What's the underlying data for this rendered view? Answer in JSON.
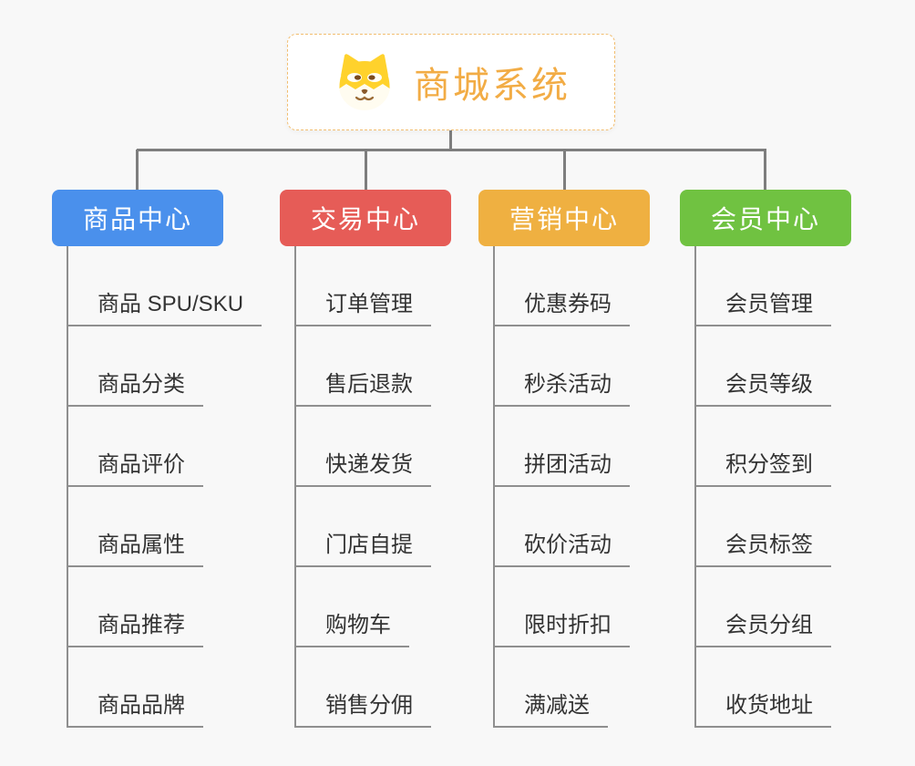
{
  "root": {
    "title": "商城系统",
    "icon": "shiba-dog-icon"
  },
  "branches": [
    {
      "id": "product-center",
      "label": "商品中心",
      "color": "#4a90ec",
      "children": [
        "商品 SPU/SKU",
        "商品分类",
        "商品评价",
        "商品属性",
        "商品推荐",
        "商品品牌"
      ]
    },
    {
      "id": "trade-center",
      "label": "交易中心",
      "color": "#e65c57",
      "children": [
        "订单管理",
        "售后退款",
        "快递发货",
        "门店自提",
        "购物车",
        "销售分佣"
      ]
    },
    {
      "id": "marketing-center",
      "label": "营销中心",
      "color": "#efb041",
      "children": [
        "优惠券码",
        "秒杀活动",
        "拼团活动",
        "砍价活动",
        "限时折扣",
        "满减送"
      ]
    },
    {
      "id": "member-center",
      "label": "会员中心",
      "color": "#70c241",
      "children": [
        "会员管理",
        "会员等级",
        "积分签到",
        "会员标签",
        "会员分组",
        "收货地址"
      ]
    }
  ],
  "colors": {
    "background": "#f8f8f8",
    "connector": "#7e7e7e",
    "child_line": "#8f8f8f",
    "child_text": "#333333",
    "root_text": "#f2ac45",
    "root_border": "#f2be70"
  }
}
